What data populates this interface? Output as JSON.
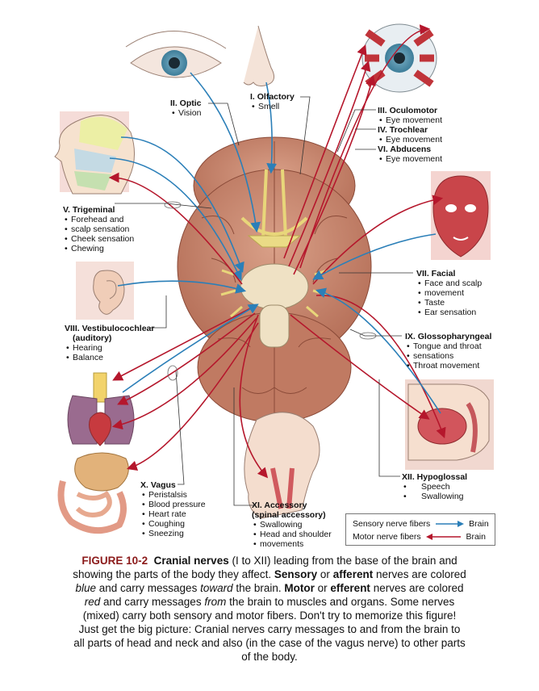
{
  "nerves": {
    "optic": {
      "name": "II. Optic",
      "items": [
        "Vision"
      ]
    },
    "olfactory": {
      "name": "I. Olfactory",
      "items": [
        "Smell"
      ]
    },
    "oculomotor": {
      "name": "III. Oculomotor",
      "items": [
        "Eye movement"
      ]
    },
    "trochlear": {
      "name": "IV. Trochlear",
      "items": [
        "Eye movement"
      ]
    },
    "abducens": {
      "name": "VI. Abducens",
      "items": [
        "Eye movement"
      ]
    },
    "trigeminal": {
      "name": "V. Trigeminal",
      "items": [
        "Forehead and",
        "scalp sensation",
        "Cheek sensation",
        "Chewing"
      ]
    },
    "facial": {
      "name": "VII. Facial",
      "items": [
        "Face and scalp",
        "movement",
        "Taste",
        "Ear sensation"
      ]
    },
    "vestibulocochlear": {
      "name": "VIII. Vestibulocochlear",
      "name2": "(auditory)",
      "items": [
        "Hearing",
        "Balance"
      ]
    },
    "glossopharyngeal": {
      "name": "IX. Glossopharyngeal",
      "items": [
        "Tongue and throat",
        "sensations",
        "Throat movement"
      ]
    },
    "hypoglossal": {
      "name": "XII. Hypoglossal",
      "items": [
        "Speech",
        "Swallowing"
      ]
    },
    "vagus": {
      "name": "X. Vagus",
      "items": [
        "Peristalsis",
        "Blood pressure",
        "Heart rate",
        "Coughing",
        "Sneezing"
      ]
    },
    "accessory": {
      "name": "XI. Accessory",
      "name2": "(spinal accessory)",
      "items": [
        "Swallowing",
        "Head and shoulder",
        "movements"
      ]
    }
  },
  "legend": {
    "sensory_label": "Sensory nerve fibers",
    "sensory_target": "Brain",
    "motor_label": "Motor nerve fibers",
    "motor_target": "Brain",
    "sensory_color": "#2b7fb8",
    "motor_color": "#b5172c"
  },
  "caption": {
    "figure_label": "FIGURE 10-2",
    "title": "Cranial nerves",
    "t1": " (I to XII) leading from the base of the brain and showing the parts of the body they affect. ",
    "b1": "Sensory",
    "t2": " or ",
    "b2": "afferent",
    "t3": " nerves are colored ",
    "i1": "blue",
    "t4": " and carry messages ",
    "i2": "toward",
    "t5": " the brain. ",
    "b3": "Motor",
    "t6": " or ",
    "b4": "efferent",
    "t7": " nerves are colored ",
    "i3": "red",
    "t8": " and carry messages ",
    "i4": "from",
    "t9": " the brain to muscles and organs. Some nerves (mixed) carry both sensory and motor fibers. Don't try to memorize this figure! Just get the big picture: Cranial nerves carry messages to and from the brain to all parts of head and neck and also (in the case of the vagus nerve) to other parts of the body."
  }
}
